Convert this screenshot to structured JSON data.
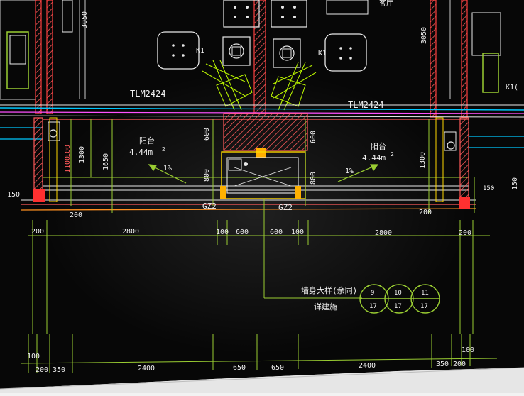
{
  "labels": {
    "window_type_left": "TLM2424",
    "window_type_right": "TLM2424",
    "k1_left": "K1",
    "k1_right": "K1",
    "k1_far_right": "K1(",
    "room_left": "阳台",
    "room_right": "阳台",
    "area_left": "4.44m",
    "area_right": "4.44m",
    "area_sup_left": "2",
    "area_sup_right": "2",
    "slope_left": "1%",
    "slope_right": "1%",
    "gz2_left": "GZ2",
    "gz2_right": "GZ2",
    "note_line1": "墙身大样(余同)",
    "note_line2": "详建施",
    "circle_top": [
      "9",
      "10",
      "11"
    ],
    "circle_bottom": [
      "17",
      "17",
      "17"
    ],
    "top_right_text": "客厅"
  },
  "dims": {
    "v3050_left": "3050",
    "v3050_right": "3050",
    "v1300_left": "1300",
    "v1300_right": "1300",
    "v1650": "1650",
    "v100_red": "100",
    "v1100_red": "1100",
    "v600_left": "600",
    "v600_right": "600",
    "v800_left": "800",
    "v800_right": "800",
    "v150_left": "150",
    "v150_right": "150",
    "v200_mid_left": "200",
    "v200_mid_right": "200",
    "row1": [
      "200",
      "2800",
      "100",
      "600",
      "600",
      "100",
      "2800",
      "200"
    ],
    "row2": [
      "100",
      "200",
      "350",
      "2400",
      "650",
      "650",
      "2400",
      "350",
      "200",
      "100"
    ]
  }
}
